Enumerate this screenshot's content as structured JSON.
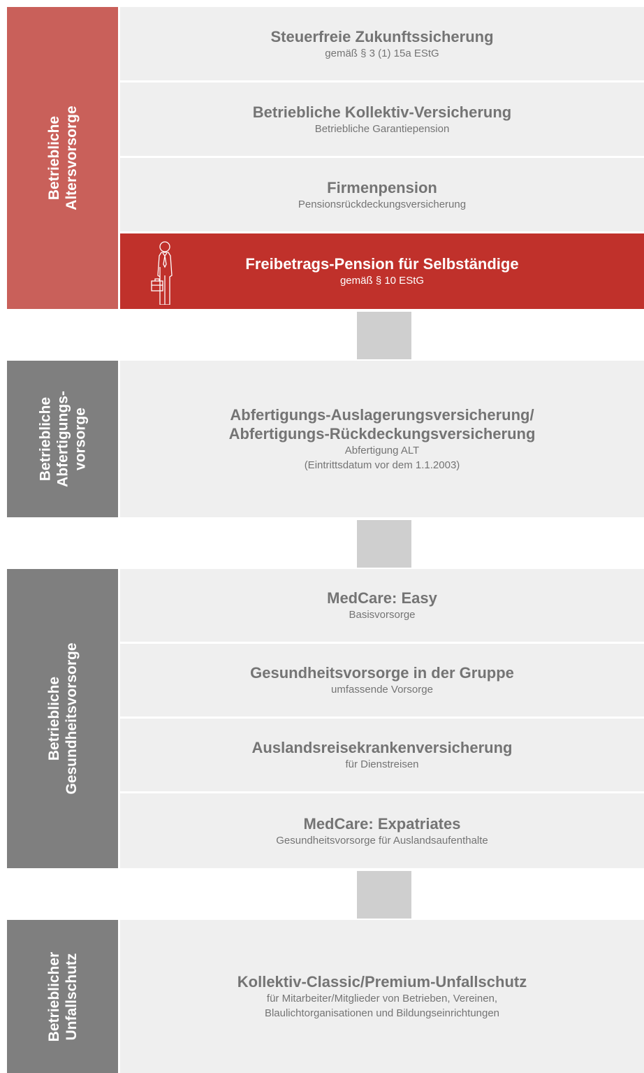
{
  "sections": {
    "altersvorsorge": {
      "label": [
        "Betriebliche",
        "Altersvorsorge"
      ],
      "items": [
        {
          "title": "Steuerfreie Zukunftssicherung",
          "sub": "gemäß § 3 (1) 15a EStG"
        },
        {
          "title": "Betriebliche Kollektiv-Versicherung",
          "sub": "Betriebliche Garantiepension"
        },
        {
          "title": "Firmenpension",
          "sub": "Pensionsrückdeckungsversicherung"
        },
        {
          "title": "Freibetrags-Pension für Selbständige",
          "sub": "gemäß § 10 EStG",
          "icon": "businessman-icon"
        }
      ]
    },
    "abfertigung": {
      "label": [
        "Betriebliche",
        "Abfertigungs-",
        "vorsorge"
      ],
      "items": [
        {
          "title1": "Abfertigungs-Auslagerungsversicherung/",
          "title2": "Abfertigungs-Rückdeckungsversicherung",
          "sub1": "Abfertigung ALT",
          "sub2": "(Eintrittsdatum vor dem 1.1.2003)"
        }
      ]
    },
    "gesundheit": {
      "label": [
        "Betriebliche",
        "Gesundheitsvorsorge"
      ],
      "items": [
        {
          "title": "MedCare: Easy",
          "sub": "Basisvorsorge"
        },
        {
          "title": "Gesundheitsvorsorge in der Gruppe",
          "sub": "umfassende Vorsorge"
        },
        {
          "title": "Auslandsreisekrankenversicherung",
          "sub": "für Dienstreisen"
        },
        {
          "title": "MedCare: Expatriates",
          "sub": "Gesundheitsvorsorge für Auslandsaufenthalte"
        }
      ]
    },
    "unfallschutz": {
      "label": [
        "Betrieblicher",
        "Unfallschutz"
      ],
      "items": [
        {
          "title": "Kollektiv-Classic/Premium-Unfallschutz",
          "sub1": "für Mitarbeiter/Mitglieder von Betrieben, Vereinen,",
          "sub2": "Blaulichtorganisationen und Bildungseinrichtungen"
        }
      ]
    }
  },
  "colors": {
    "side_red": "#c9605a",
    "side_gray": "#7f7f7f",
    "card_bg": "#efefef",
    "highlight": "#c0312b",
    "connector": "#cfcfcf",
    "text_gray": "#747474"
  }
}
